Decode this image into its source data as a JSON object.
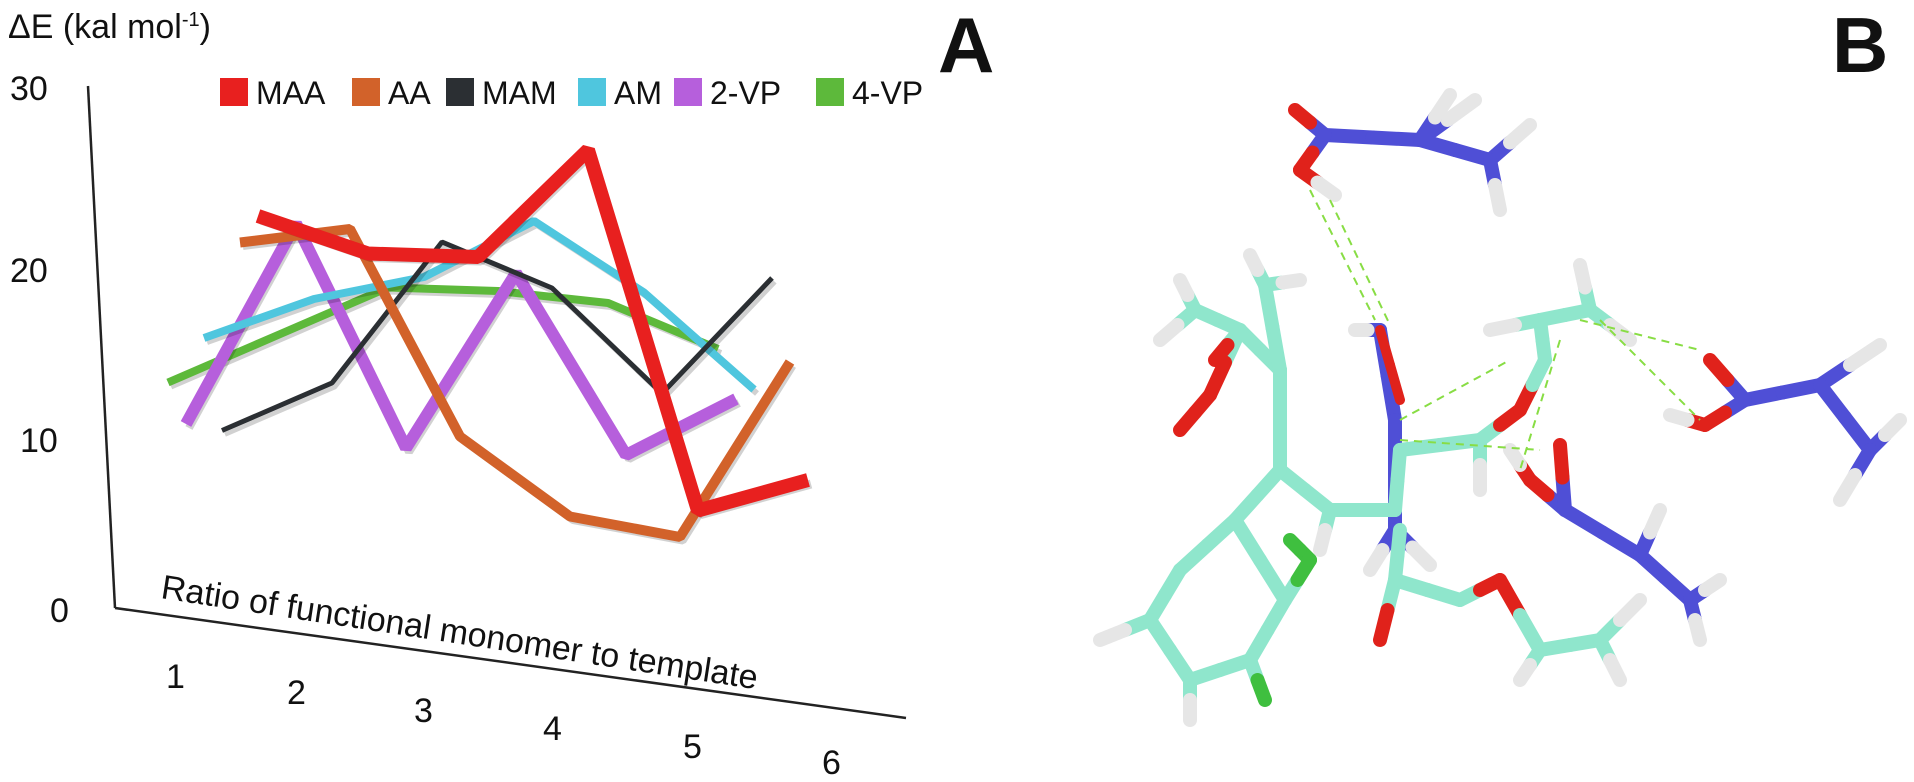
{
  "panels": {
    "a": "A",
    "b": "B"
  },
  "chart_data": {
    "type": "line",
    "projection": "3d-perspective",
    "ylabel": "ΔE (kal mol",
    "ylabel_sup": "-1",
    "ylabel_close": ")",
    "xlabel": "Ratio of functional monomer to template",
    "ylim": [
      0,
      30
    ],
    "yticks": [
      "0",
      "10",
      "20",
      "30"
    ],
    "x": [
      1,
      2,
      3,
      4,
      5,
      6
    ],
    "categories": [
      "1",
      "2",
      "3",
      "4",
      "5",
      "6"
    ],
    "legend_position": "top",
    "series": [
      {
        "name": "MAA",
        "color": "#e8201f",
        "values": [
          18,
          16.5,
          17,
          24,
          3.5,
          6
        ]
      },
      {
        "name": "AA",
        "color": "#d2622a",
        "values": [
          17.5,
          19,
          7.5,
          3.5,
          3,
          14
        ]
      },
      {
        "name": "MAM",
        "color": "#2b2f33",
        "values": [
          7.5,
          11,
          20,
          18,
          12.5,
          20
        ]
      },
      {
        "name": "AM",
        "color": "#4fc6de",
        "values": [
          14,
          17,
          19,
          23,
          19.5,
          14.5
        ]
      },
      {
        "name": "2-VP",
        "color": "#b65fdc",
        "values": [
          10,
          22.5,
          10,
          21,
          11,
          15
        ]
      },
      {
        "name": "4-VP",
        "color": "#5db93b",
        "values": [
          13.5,
          17,
          20.5,
          21,
          21,
          19
        ]
      }
    ]
  },
  "structure": {
    "type": "molecular-stick-model",
    "atom_colors": {
      "template_carbon": "#8fe6cc",
      "monomer_carbon": "#4f4fd6",
      "oxygen": "#e0221b",
      "hydrogen": "#e6e6e6",
      "chlorine": "#3fbf3f"
    },
    "hbond_color": "#88dd44"
  }
}
